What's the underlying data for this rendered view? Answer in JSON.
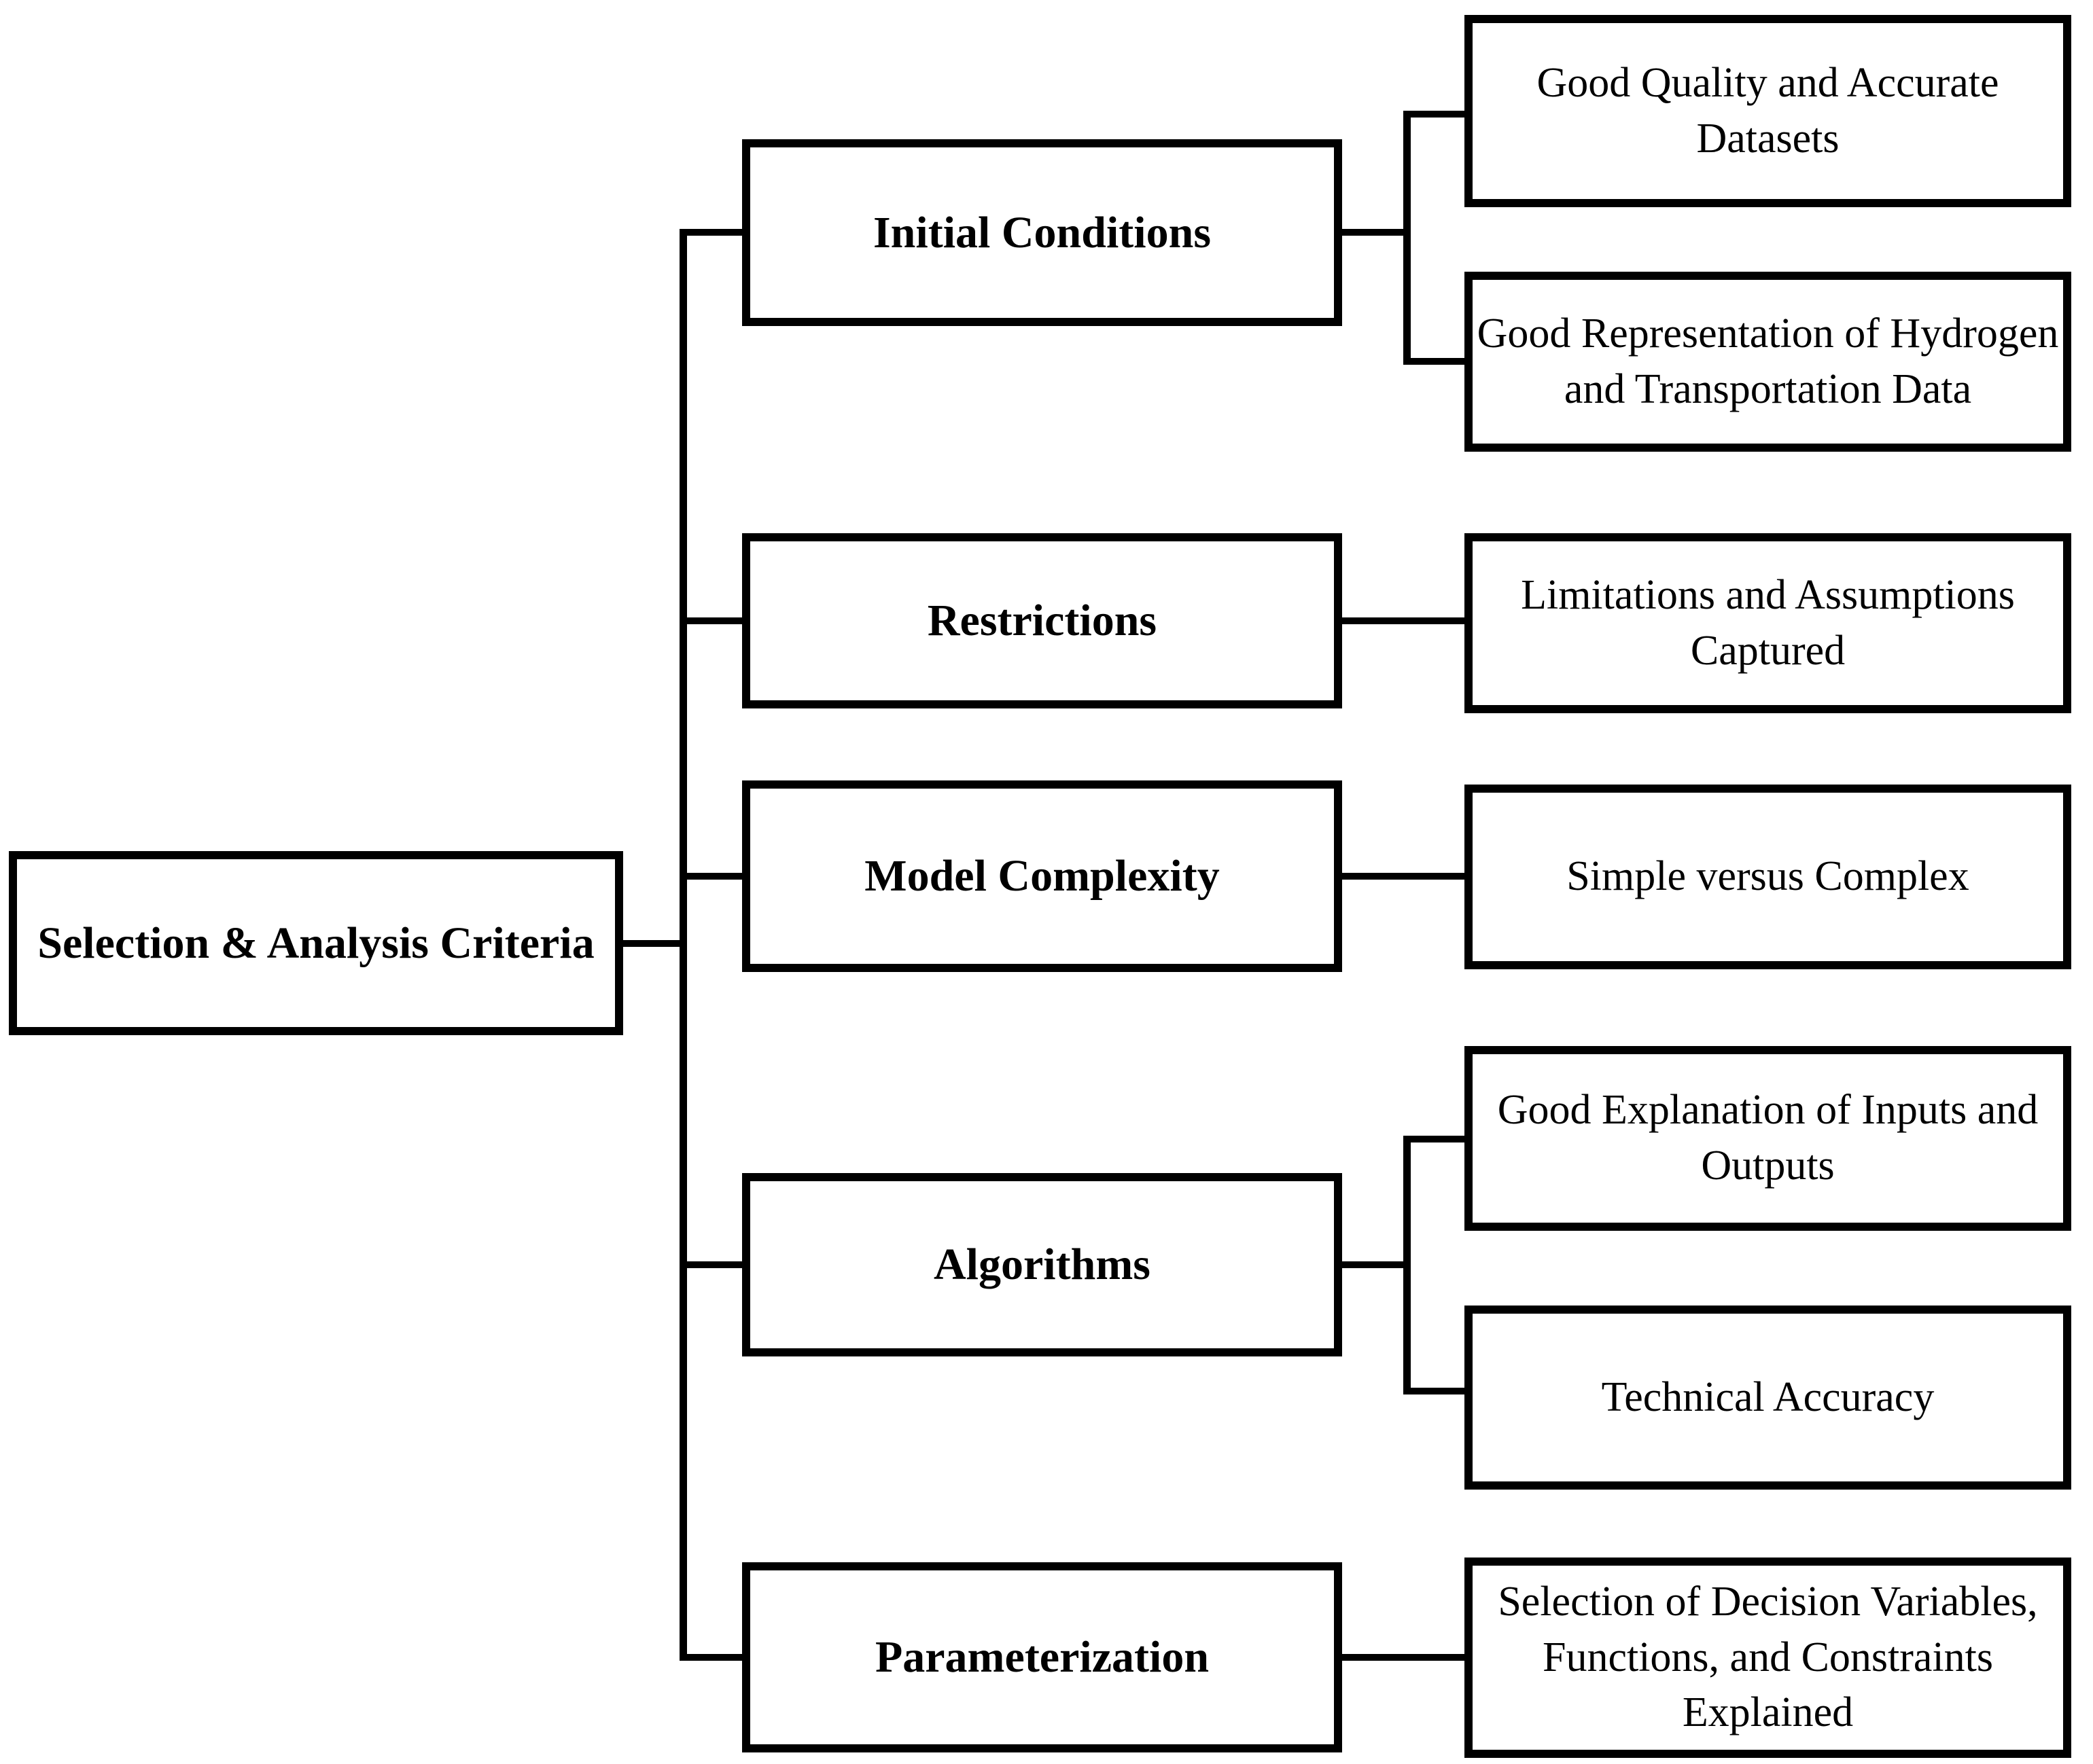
{
  "diagram": {
    "title": "Selection and Analysis Criteria tree diagram",
    "colors": {
      "line": "#000000",
      "text": "#000000",
      "background": "#ffffff"
    },
    "root": {
      "label": "Selection & Analysis Criteria"
    },
    "branches": [
      {
        "label": "Initial Conditions",
        "children": [
          {
            "label": "Good Quality and Accurate Datasets"
          },
          {
            "label": "Good Representation of Hydrogen and Transportation Data"
          }
        ]
      },
      {
        "label": "Restrictions",
        "children": [
          {
            "label": "Limitations and Assumptions Captured"
          }
        ]
      },
      {
        "label": "Model Complexity",
        "children": [
          {
            "label": "Simple versus Complex"
          }
        ]
      },
      {
        "label": "Algorithms",
        "children": [
          {
            "label": "Good Explanation of Inputs and Outputs"
          },
          {
            "label": "Technical Accuracy"
          }
        ]
      },
      {
        "label": "Parameterization",
        "children": [
          {
            "label": "Selection of Decision Variables, Functions, and Constraints Explained"
          }
        ]
      }
    ]
  }
}
